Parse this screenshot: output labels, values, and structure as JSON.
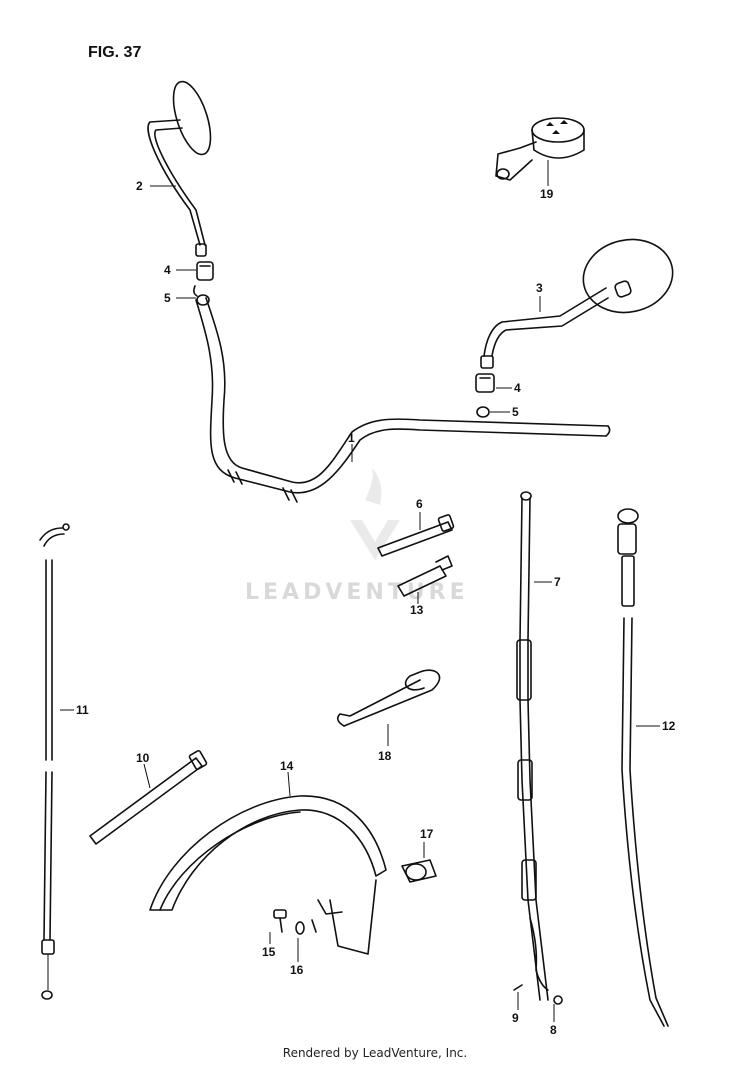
{
  "figure": {
    "title": "FIG. 37"
  },
  "watermark": {
    "text": "LEADVENTURE"
  },
  "footer": {
    "text": "Rendered by LeadVenture, Inc."
  },
  "callouts": [
    {
      "id": "c1",
      "label": "1"
    },
    {
      "id": "c2",
      "label": "2"
    },
    {
      "id": "c3",
      "label": "3"
    },
    {
      "id": "c4a",
      "label": "4"
    },
    {
      "id": "c5a",
      "label": "5"
    },
    {
      "id": "c4b",
      "label": "4"
    },
    {
      "id": "c5b",
      "label": "5"
    },
    {
      "id": "c6",
      "label": "6"
    },
    {
      "id": "c7",
      "label": "7"
    },
    {
      "id": "c8",
      "label": "8"
    },
    {
      "id": "c9",
      "label": "9"
    },
    {
      "id": "c10",
      "label": "10"
    },
    {
      "id": "c11",
      "label": "11"
    },
    {
      "id": "c12",
      "label": "12"
    },
    {
      "id": "c13",
      "label": "13"
    },
    {
      "id": "c14",
      "label": "14"
    },
    {
      "id": "c15",
      "label": "15"
    },
    {
      "id": "c16",
      "label": "16"
    },
    {
      "id": "c17",
      "label": "17"
    },
    {
      "id": "c18",
      "label": "18"
    },
    {
      "id": "c19",
      "label": "19"
    }
  ]
}
